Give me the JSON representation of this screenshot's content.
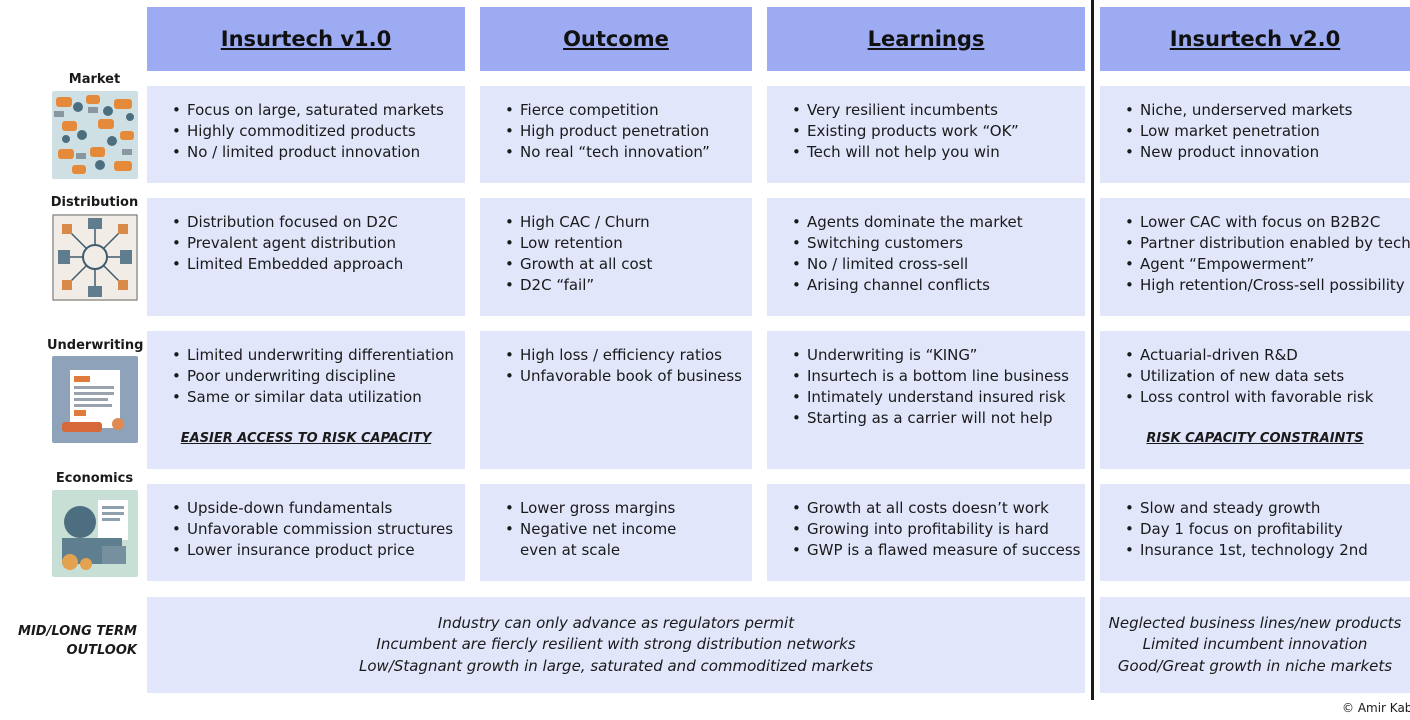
{
  "headers": {
    "v1": "Insurtech v1.0",
    "outcome": "Outcome",
    "learnings": "Learnings",
    "v2": "Insurtech v2.0"
  },
  "rows": {
    "market": {
      "label": "Market",
      "v1": [
        "Focus on large, saturated markets",
        "Highly commoditized products",
        "No / limited product innovation"
      ],
      "outcome": [
        "Fierce competition",
        "High product penetration",
        "No real “tech innovation”"
      ],
      "learnings": [
        "Very resilient incumbents",
        "Existing products work “OK”",
        "Tech will not help you win"
      ],
      "v2": [
        "Niche, underserved markets",
        "Low market penetration",
        "New product innovation"
      ]
    },
    "distribution": {
      "label": "Distribution",
      "v1": [
        "Distribution focused on D2C",
        "Prevalent agent distribution",
        "Limited Embedded approach"
      ],
      "outcome": [
        "High CAC / Churn",
        "Low retention",
        "Growth at all cost",
        "D2C “fail”"
      ],
      "learnings": [
        "Agents dominate the market",
        "Switching customers",
        "No / limited cross-sell",
        "Arising channel conflicts"
      ],
      "v2": [
        "Lower CAC with focus on B2B2C",
        "Partner distribution enabled by tech",
        "Agent “Empowerment”",
        "High retention/Cross-sell possibility"
      ]
    },
    "underwriting": {
      "label": "Underwriting",
      "v1": [
        "Limited underwriting differentiation",
        "Poor underwriting discipline",
        "Same or similar data utilization"
      ],
      "v1_note": "EASIER ACCESS TO RISK CAPACITY",
      "outcome": [
        "High loss / efficiency ratios",
        "Unfavorable book of business"
      ],
      "learnings": [
        "Underwriting is “KING”",
        "Insurtech is a bottom line business",
        "Intimately understand insured risk",
        "Starting as a carrier will not help"
      ],
      "v2": [
        "Actuarial-driven R&D",
        "Utilization of new data sets",
        "Loss control with favorable risk"
      ],
      "v2_note": "RISK CAPACITY CONSTRAINTS"
    },
    "economics": {
      "label": "Economics",
      "v1": [
        "Upside-down fundamentals",
        "Unfavorable commission structures",
        "Lower insurance product price"
      ],
      "outcome": [
        "Lower gross margins",
        "Negative net income"
      ],
      "outcome_cont": "even at scale",
      "learnings": [
        "Growth at all costs doesn’t work",
        "Growing into profitability is hard",
        "GWP is a flawed measure of success"
      ],
      "v2": [
        "Slow and steady growth",
        "Day 1 focus on profitability",
        "Insurance 1st, technology 2nd"
      ]
    }
  },
  "outlook": {
    "label_line1": "MID/LONG TERM",
    "label_line2": "OUTLOOK",
    "current": [
      "Industry can only advance as regulators permit",
      "Incumbent are fiercly resilient with strong distribution networks",
      "Low/Stagnant growth in large, saturated and commoditized markets"
    ],
    "v2": [
      "Neglected business lines/new products",
      "Limited incumbent innovation",
      "Good/Great growth in niche markets"
    ]
  },
  "copyright": "© Amir Kab",
  "colors": {
    "header": "#9dabf3",
    "cell": "#e2e6fb",
    "divider": "#1a1a1a"
  }
}
